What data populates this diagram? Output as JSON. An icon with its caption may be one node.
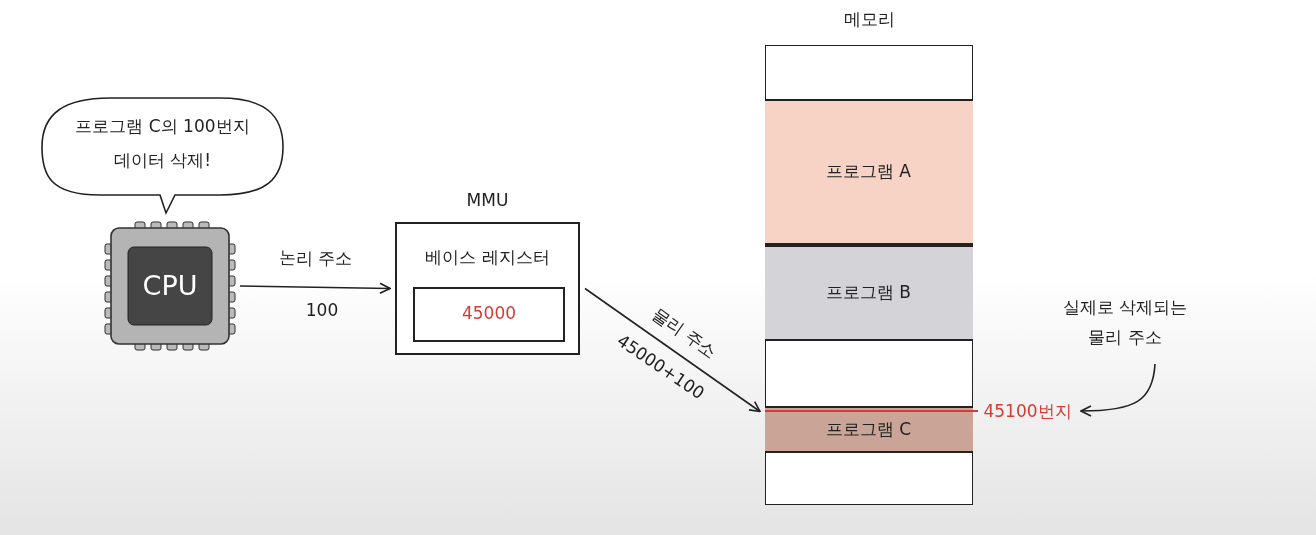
{
  "diagram": {
    "nodes": [
      {
        "text": [
          "프로그램 C의 100번지 데이터 삭제!"
        ]
      },
      {
        "text": [
          "CPU"
        ]
      },
      {
        "text": [
          "MMU",
          "베이스 레지스터"
        ]
      },
      {
        "text": [
          "45000"
        ],
        "in": 2
      },
      {
        "text": [
          "메모리"
        ]
      },
      {
        "text": [
          "프로그램 A"
        ],
        "in": 4
      },
      {
        "text": [
          "프로그램 B"
        ],
        "in": 4
      },
      {
        "text": [
          "프로그램 C"
        ],
        "in": 4
      },
      {
        "text": [
          "45100번지"
        ]
      },
      {
        "text": [
          "실제로 삭제되는 물리 주소"
        ]
      }
    ],
    "edges": [
      {
        "from": 1,
        "to": 2,
        "arrow": "to",
        "label": "논리 주소"
      },
      {
        "from": 2,
        "to": 7,
        "arrow": "to",
        "label": "물리 주소"
      },
      {
        "from": 9,
        "to": 8,
        "arrow": "to"
      },
      {
        "from": 7,
        "to": 8,
        "arrow": "none",
        "color": "#d33b34"
      }
    ],
    "labels": [
      "100",
      "45000+100"
    ]
  }
}
